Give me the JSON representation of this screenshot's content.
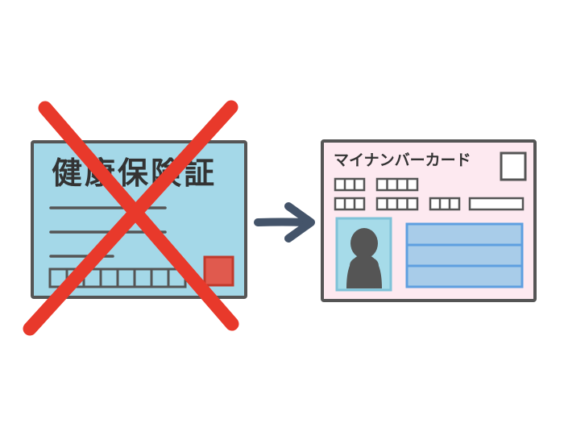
{
  "left_card": {
    "title": "健康保険証",
    "crossed_out": true,
    "colors": {
      "fill": "#a4d8e8",
      "border": "#555555",
      "cross": "#e8392b",
      "stamp": "#e05a4e"
    }
  },
  "arrow": {
    "direction": "right",
    "color": "#44546a"
  },
  "right_card": {
    "title": "マイナンバーカード",
    "colors": {
      "fill": "#fde9f0",
      "border": "#555555",
      "photo_frame": "#a6dbe9",
      "silhouette": "#555555",
      "info_fill": "#a8cce9",
      "info_border": "#5e9fe0"
    }
  }
}
